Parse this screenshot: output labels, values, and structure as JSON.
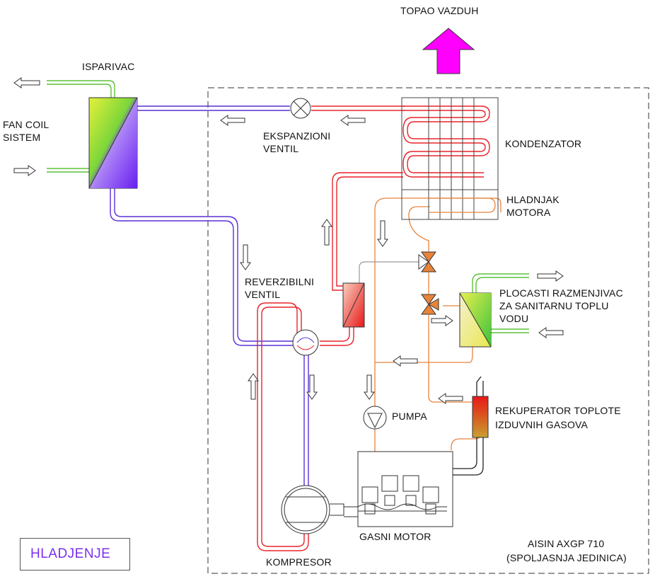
{
  "labels": {
    "hot_air": "TOPAO VAZDUH",
    "evaporator": "ISPARIVAC",
    "fan_coil_1": "FAN COIL",
    "fan_coil_2": "SISTEM",
    "expansion_1": "EKSPANZIONI",
    "expansion_2": "VENTIL",
    "condenser": "KONDENZATOR",
    "engine_cooler_1": "HLADNJAK",
    "engine_cooler_2": "MOTORA",
    "reversing_1": "REVERZIBILNI",
    "reversing_2": "VENTIL",
    "plate_hx_1": "PLOCASTI RAZMENJIVAC",
    "plate_hx_2": "ZA SANITARNU TOPLU",
    "plate_hx_3": "VODU",
    "pump": "PUMPA",
    "recuperator_1": "REKUPERATOR TOPLOTE",
    "recuperator_2": "IZDUVNIH GASOVA",
    "gas_engine": "GASNI MOTOR",
    "compressor": "KOMPRESOR",
    "unit_1": "AISIN AXGP 710",
    "unit_2": "(SPOLJASNJA JEDINICA)"
  },
  "mode_label": "HLADJENJE",
  "colors": {
    "refrigerant_hot": "#e8232a",
    "refrigerant_cold": "#5a2fd6",
    "coolant": "#e8833a",
    "water": "#5cc23a",
    "exhaust": "#222222",
    "hot_air_arrow": "#ff00ff",
    "mode_text": "#7a2ff0"
  }
}
